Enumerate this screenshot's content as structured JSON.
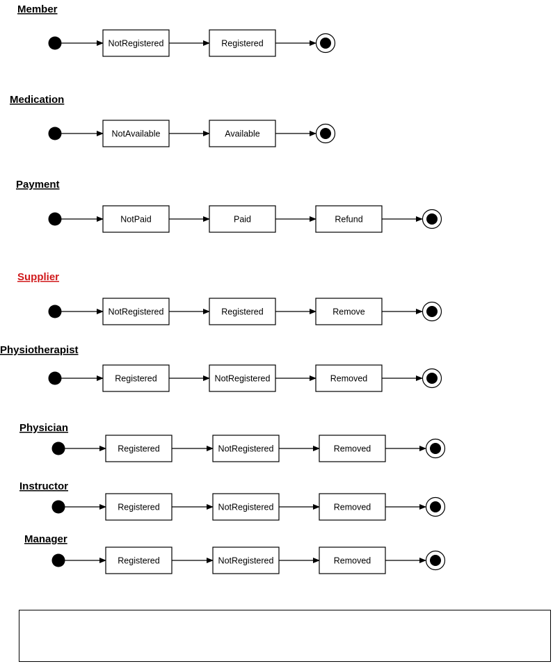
{
  "colors": {
    "stroke": "#000000",
    "text": "#000000",
    "highlight_title": "#d0191b",
    "fill": "#ffffff"
  },
  "diagrams": [
    {
      "id": "member",
      "title": "Member",
      "highlight": false,
      "states": [
        "NotRegistered",
        "Registered"
      ]
    },
    {
      "id": "medication",
      "title": "Medication",
      "highlight": false,
      "states": [
        "NotAvailable",
        "Available"
      ]
    },
    {
      "id": "payment",
      "title": "Payment",
      "highlight": false,
      "states": [
        "NotPaid",
        "Paid",
        "Refund"
      ]
    },
    {
      "id": "supplier",
      "title": "Supplier",
      "highlight": true,
      "states": [
        "NotRegistered",
        "Registered",
        "Remove"
      ]
    },
    {
      "id": "physiotherapist",
      "title": "Physiotherapist",
      "highlight": false,
      "states": [
        "Registered",
        "NotRegistered",
        "Removed"
      ]
    },
    {
      "id": "physician",
      "title": "Physician",
      "highlight": false,
      "states": [
        "Registered",
        "NotRegistered",
        "Removed"
      ]
    },
    {
      "id": "instructor",
      "title": "Instructor",
      "highlight": false,
      "states": [
        "Registered",
        "NotRegistered",
        "Removed"
      ]
    },
    {
      "id": "manager",
      "title": "Manager",
      "highlight": false,
      "states": [
        "Registered",
        "NotRegistered",
        "Removed"
      ]
    }
  ],
  "note": {
    "text": ""
  }
}
